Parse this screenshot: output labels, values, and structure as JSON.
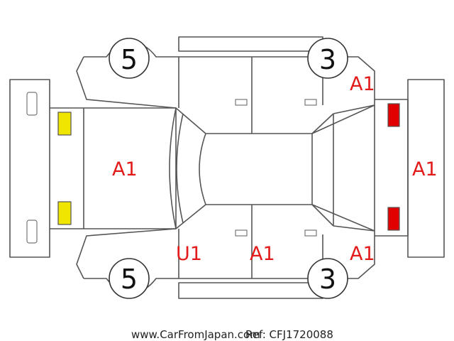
{
  "colors": {
    "outline": "#555555",
    "grade_text": "#e31a1a",
    "headlight": "#f0e500",
    "taillight": "#e00000"
  },
  "tires": {
    "front_left": "5",
    "rear_left": "3",
    "front_right": "5",
    "rear_right": "3"
  },
  "grades": {
    "rear_left_quarter": "A1",
    "front_bumper_area": "A1",
    "rear_bumper": "A1",
    "right_front_door": "U1",
    "right_rear_door": "A1",
    "rear_right_quarter": "A1"
  },
  "footer": {
    "source": "www.CarFromJapan.com",
    "ref": "Ref: CFJ1720088"
  }
}
